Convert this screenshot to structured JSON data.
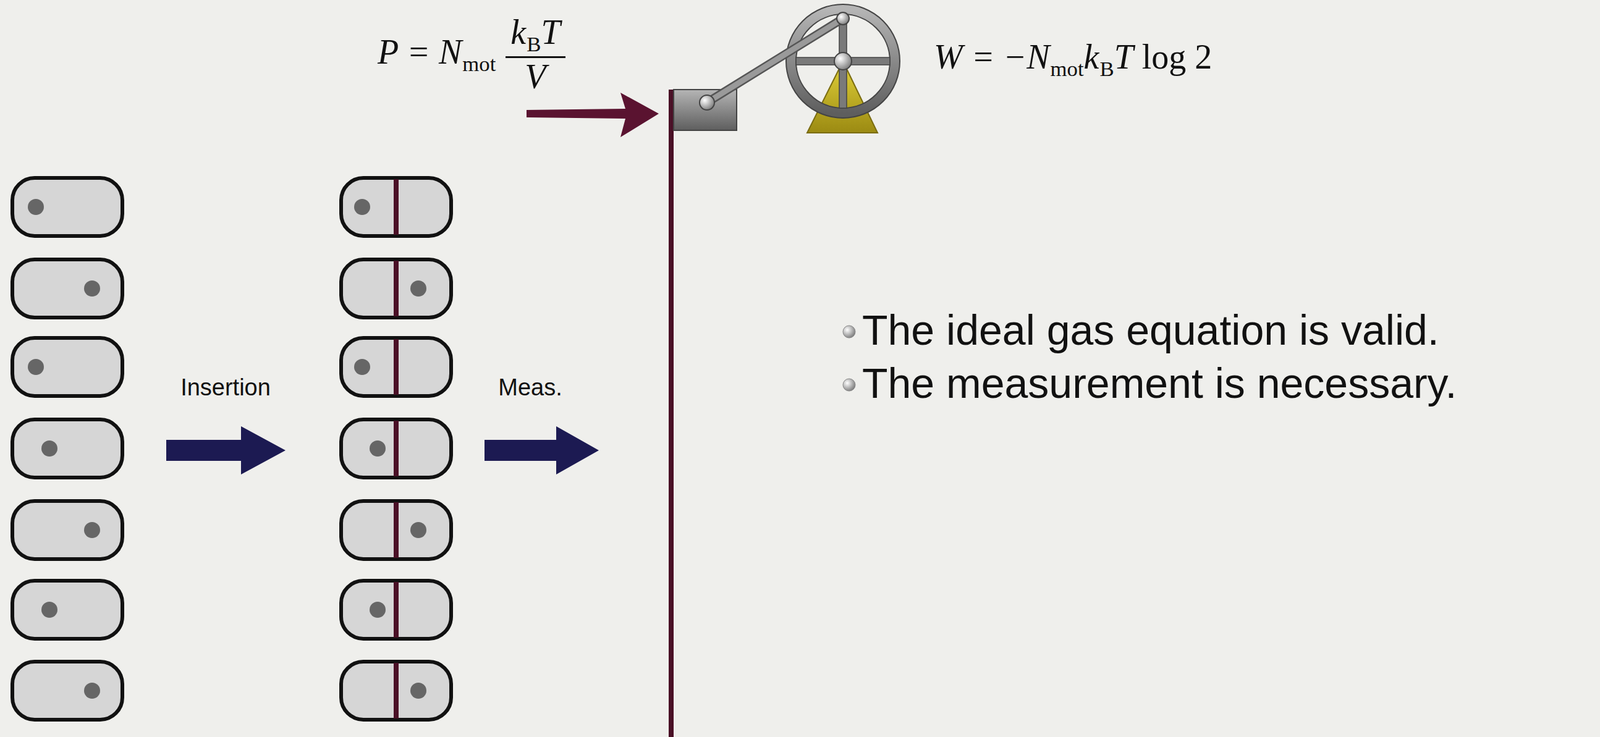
{
  "diagram": {
    "labels": [
      "P = N",
      "mot",
      "k",
      "B",
      "T",
      "V",
      "W = −N",
      "mot",
      "k",
      "B",
      "T",
      "log 2",
      "The ideal gas equation is valid.",
      "The measurement is necessary.",
      "Insertion",
      "Meas."
    ]
  }
}
